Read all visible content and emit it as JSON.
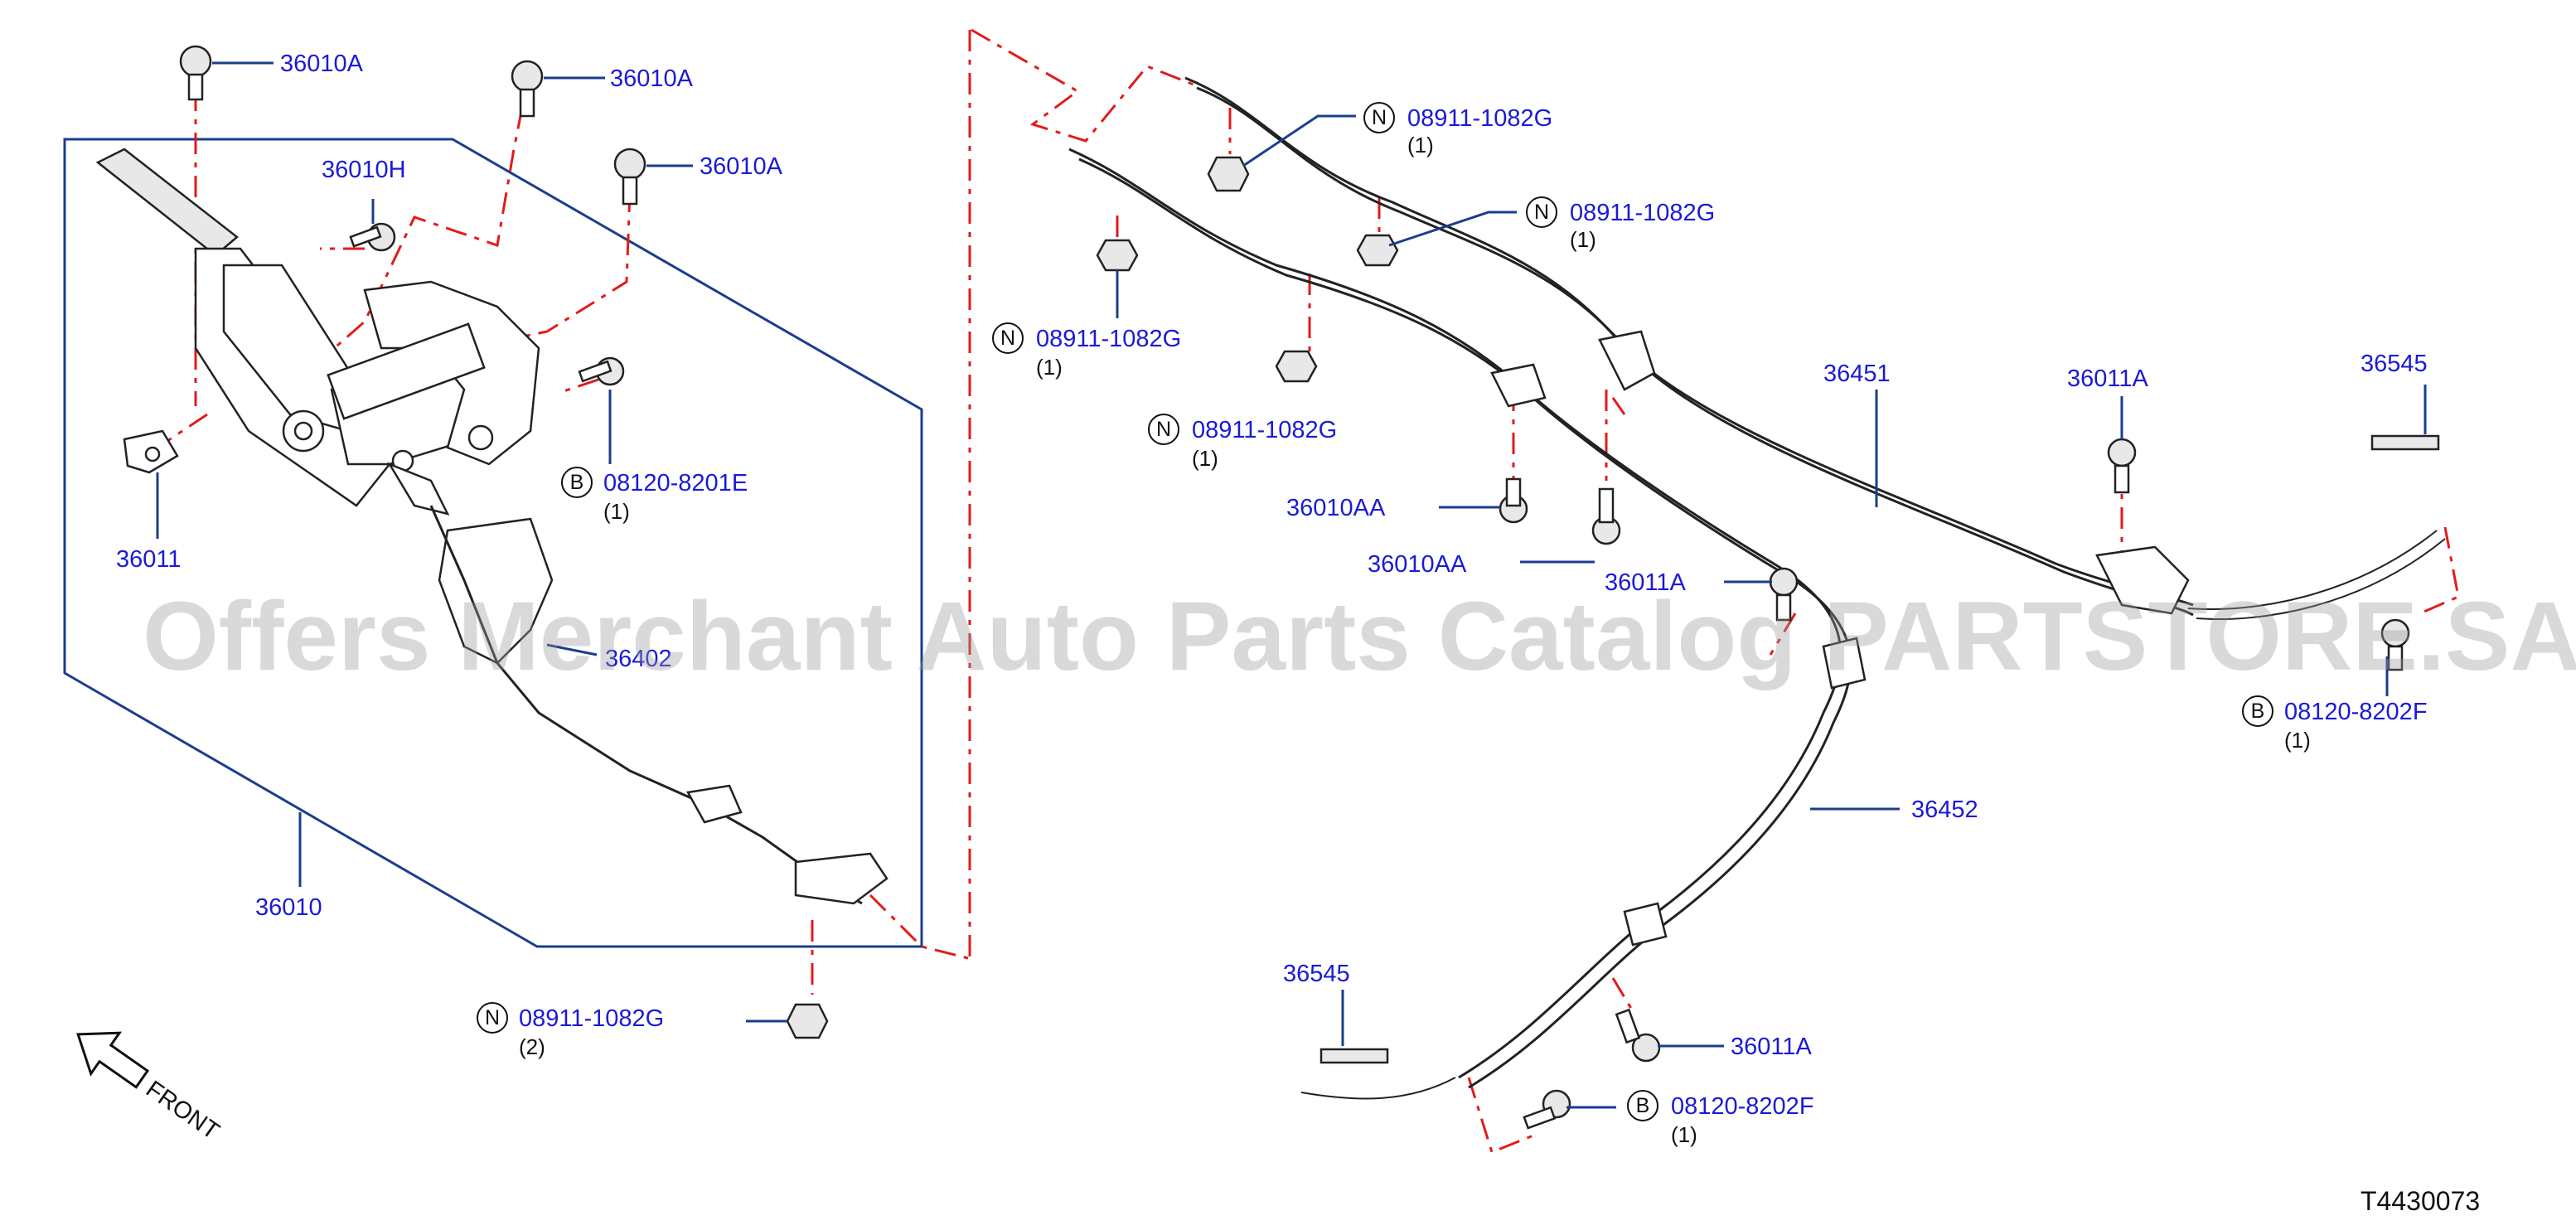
{
  "diagram": {
    "code": "T4430073",
    "watermark": "Offers Merchant Auto Parts Catalog PARTSTORE.SA",
    "front_label": "FRONT",
    "colors": {
      "callout": "#1a1ad6",
      "leader": "#1a3e8c",
      "center_line": "#e21b1b"
    },
    "left_group": {
      "labels": {
        "bolt_top_left": "36010A",
        "bolt_top_mid": "36010A",
        "bolt_top_right": "36010A",
        "bolt_small": "36010H",
        "bracket": "36011",
        "lever_assembly": "36010",
        "front_cable_partial": "36402"
      },
      "callouts": {
        "bolt_b": {
          "symbol": "B",
          "part": "08120-8201E",
          "qty": "(1)"
        },
        "nut_bottom": {
          "symbol": "N",
          "part": "08911-1082G",
          "qty": "(2)"
        }
      }
    },
    "right_group": {
      "labels": {
        "cable_rh": "36451",
        "cable_lh": "36452",
        "spring_rh": "36545",
        "spring_lh": "36545",
        "bolt_aa_1": "36010AA",
        "bolt_aa_2": "36010AA",
        "bolt_a_rh": "36011A",
        "bolt_a_mid": "36011A",
        "bolt_a_lh": "36011A"
      },
      "callouts": {
        "nut_1": {
          "symbol": "N",
          "part": "08911-1082G",
          "qty": "(1)"
        },
        "nut_2": {
          "symbol": "N",
          "part": "08911-1082G",
          "qty": "(1)"
        },
        "nut_3": {
          "symbol": "N",
          "part": "08911-1082G",
          "qty": "(1)"
        },
        "nut_4": {
          "symbol": "N",
          "part": "08911-1082G",
          "qty": "(1)"
        },
        "bolt_b_rh": {
          "symbol": "B",
          "part": "08120-8202F",
          "qty": "(1)"
        },
        "bolt_b_lh": {
          "symbol": "B",
          "part": "08120-8202F",
          "qty": "(1)"
        }
      }
    }
  }
}
